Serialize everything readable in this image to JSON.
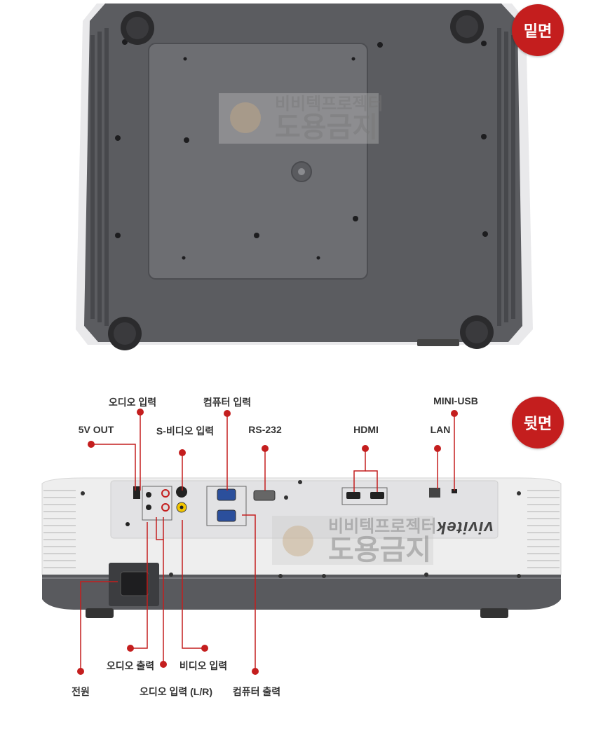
{
  "sections": {
    "bottom_badge": "밑면",
    "rear_badge": "뒷면"
  },
  "watermark": {
    "line1": "비비텍프로젝터",
    "line2": "도용금지"
  },
  "brand": "vivitek",
  "labels": {
    "audio_in": "오디오 입력",
    "computer_in": "컴퓨터 입력",
    "mini_usb": "MINI-USB",
    "five_v_out": "5V OUT",
    "s_video_in": "S-비디오 입력",
    "rs232": "RS-232",
    "hdmi": "HDMI",
    "lan": "LAN",
    "audio_out": "오디오 출력",
    "video_in": "비디오 입력",
    "power": "전원",
    "audio_in_lr": "오디오 입력 (L/R)",
    "computer_out": "컴퓨터 출력"
  },
  "colors": {
    "accent": "#c41e1e",
    "underside": "#5b5c60",
    "panel": "#6d6e72",
    "rear_body": "#eeeeee"
  }
}
